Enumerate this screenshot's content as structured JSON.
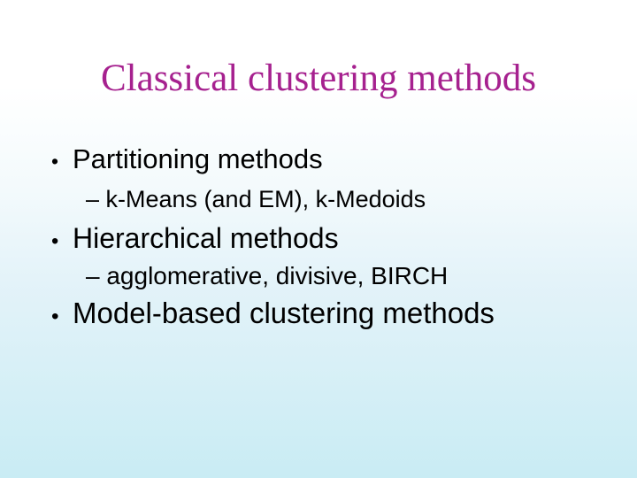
{
  "slide": {
    "title": "Classical clustering methods",
    "bullet_glyph": "•",
    "bullets": [
      {
        "label": "Partitioning methods",
        "sub": "– k-Means (and EM), k-Medoids"
      },
      {
        "label": "Hierarchical methods",
        "sub": "– agglomerative, divisive, BIRCH"
      },
      {
        "label": "Model-based clustering methods"
      }
    ],
    "colors": {
      "title_color": "#a6218f",
      "body_color": "#000000",
      "bg_top": "#ffffff",
      "bg_mid": "#e4f3f9",
      "bg_bottom": "#c9ecf4"
    }
  }
}
